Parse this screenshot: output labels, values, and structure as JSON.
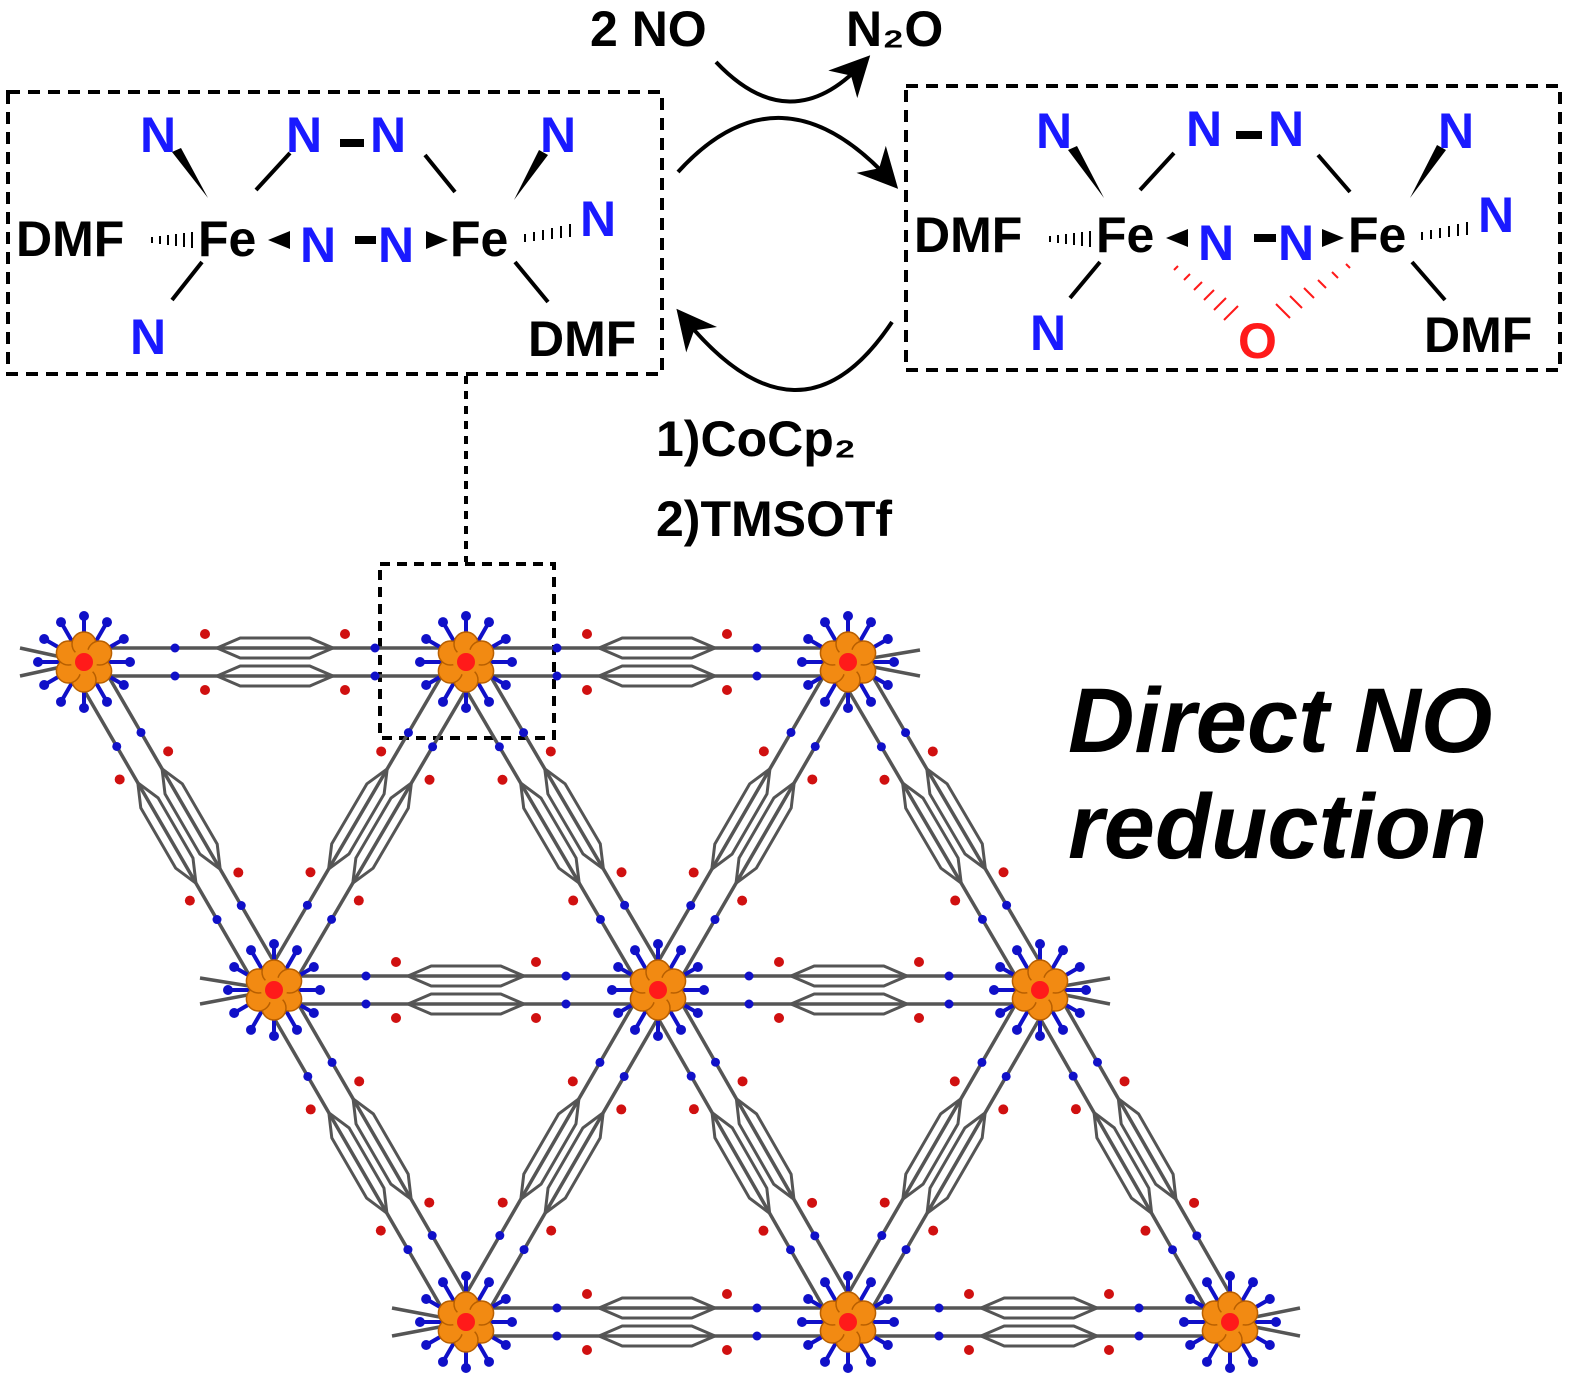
{
  "colors": {
    "text": "#000000",
    "ligand_n": "#1a1aff",
    "oxo": "#ff1a1a",
    "iron": "#f28a12",
    "linker": "#555555",
    "linker_o": "#d01010",
    "linker_n": "#1010c8",
    "border": "#000000"
  },
  "reaction": {
    "forward_reagent": "2 NO",
    "forward_product": "N₂O",
    "reverse_step1": "1)CoCp₂",
    "reverse_step2": "2)TMSOTf"
  },
  "left_complex": {
    "atoms": {
      "n_top_left": "N",
      "n_bridge_top_a": "N",
      "n_bridge_top_b": "N",
      "n_top_right": "N",
      "dmf_left": "DMF",
      "fe_left": "Fe",
      "n_bridge_mid_a": "N",
      "n_bridge_mid_b": "N",
      "fe_right": "Fe",
      "n_right": "N",
      "n_bottom_left": "N",
      "dmf_bottom_right": "DMF"
    }
  },
  "right_complex": {
    "atoms": {
      "n_top_left": "N",
      "n_bridge_top_a": "N",
      "n_bridge_top_b": "N",
      "n_top_right": "N",
      "dmf_left": "DMF",
      "fe_left": "Fe",
      "n_bridge_mid_a": "N",
      "n_bridge_mid_b": "N",
      "fe_right": "Fe",
      "n_right": "N",
      "n_bottom_left": "N",
      "oxo": "O",
      "dmf_bottom_right": "DMF"
    }
  },
  "framework": {
    "caption_line1": "Direct NO",
    "caption_line2": "reduction"
  }
}
